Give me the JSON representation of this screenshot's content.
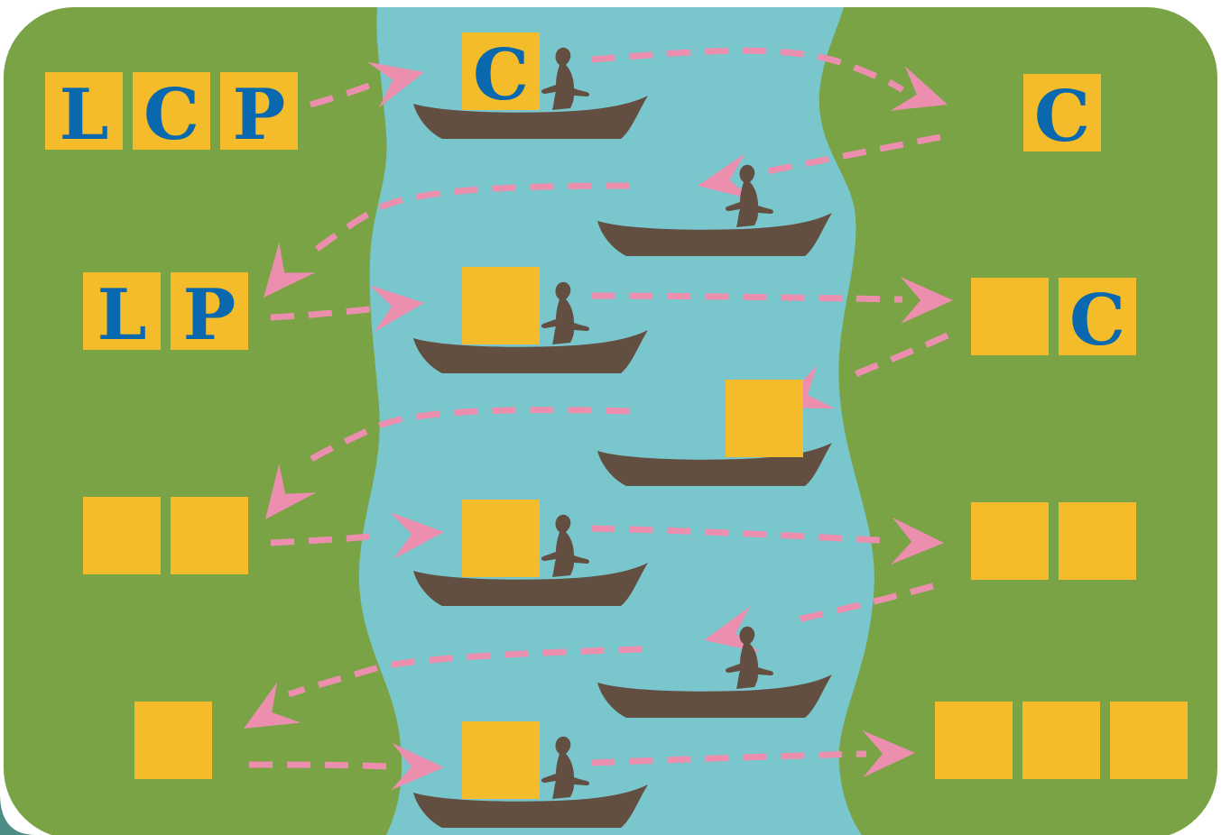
{
  "colors": {
    "bank": "#7AA346",
    "river": "#79C7CD",
    "boat": "#634F42",
    "crate": "#F4BB2A",
    "letter": "#0A68AE",
    "arrow": "#EC8FAE",
    "corner_accent": "#4E8C86"
  },
  "icons": {
    "boat": "rowboat-with-rower-icon",
    "crate": "crate-icon",
    "arrow": "dashed-arrow-icon"
  },
  "diagram": {
    "left_bank": {
      "rows": [
        {
          "tiles": [
            "L",
            "C",
            "P"
          ]
        },
        {
          "tiles": [
            "L",
            "P"
          ]
        },
        {
          "tiles": [
            "",
            ""
          ]
        },
        {
          "tiles": [
            ""
          ]
        }
      ]
    },
    "right_bank": {
      "rows": [
        {
          "tiles": [
            "C"
          ]
        },
        {
          "tiles": [
            "",
            "C"
          ]
        },
        {
          "tiles": [
            "",
            ""
          ]
        },
        {
          "tiles": [
            "",
            "",
            ""
          ]
        }
      ]
    },
    "trips": [
      {
        "direction": "to-right",
        "cargo": "C"
      },
      {
        "direction": "to-left",
        "cargo": null
      },
      {
        "direction": "to-right",
        "cargo": ""
      },
      {
        "direction": "to-left",
        "cargo": ""
      },
      {
        "direction": "to-right",
        "cargo": ""
      },
      {
        "direction": "to-left",
        "cargo": null
      },
      {
        "direction": "to-right",
        "cargo": ""
      }
    ]
  }
}
